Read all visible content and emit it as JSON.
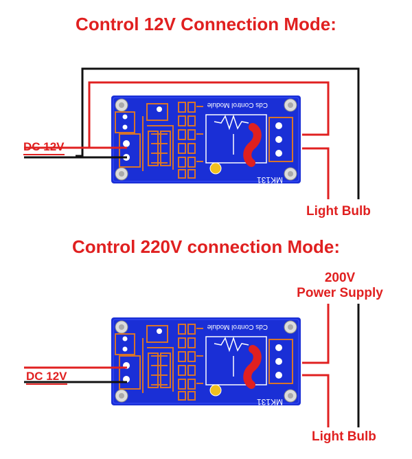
{
  "diagram1": {
    "title": "Control 12V Connection Mode:",
    "dc_label": "DC 12V",
    "bulb_label": "Light Bulb"
  },
  "diagram2": {
    "title": "Control 220V connection Mode:",
    "dc_label": "DC 12V",
    "supply_voltage": "200V",
    "supply_label": "Power Supply",
    "bulb_label": "Light Bulb"
  },
  "module": {
    "silkscreen_name": "Cds Control Module",
    "model": "MK131"
  },
  "colors": {
    "title_red": "#e02020",
    "board_blue": "#1a2fd6",
    "trace_orange": "#d8742a",
    "wire_black": "#111111",
    "wire_red": "#e02020"
  }
}
